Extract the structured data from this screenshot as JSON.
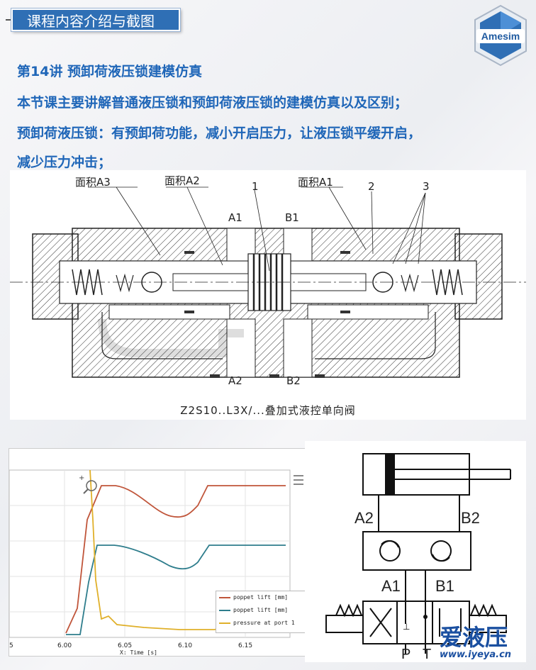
{
  "header": {
    "title": "课程内容介绍与截图"
  },
  "logo": {
    "text": "Amesim"
  },
  "lesson": {
    "line1": "第14讲 预卸荷液压锁建模仿真",
    "line2": "本节课主要讲解普通液压锁和预卸荷液压锁的建模仿真以及区别；",
    "line3": "预卸荷液压锁：有预卸荷功能，减小开启压力，让液压锁平缓开启，",
    "line4": "减少压力冲击；"
  },
  "section_drawing": {
    "caption": "Z2S10..L3X/...叠加式液控单向阀",
    "label_area_a3": "面积A3",
    "label_area_a2": "面积A2",
    "label_area_a1": "面积A1",
    "label_1": "1",
    "label_2": "2",
    "label_3": "3",
    "label_a1": "A1",
    "label_b1": "B1",
    "label_a2": "A2",
    "label_b2": "B2"
  },
  "plot": {
    "xlabel": "X: Time [s]",
    "tick_5": "5",
    "tick_600": "6.00",
    "tick_605": "6.05",
    "tick_610": "6.10",
    "tick_615": "6.15",
    "legend": [
      "poppet lift [mm]",
      "poppet lift [mm]",
      "pressure at port 1"
    ],
    "colors": [
      "#c0553a",
      "#2e7d8c",
      "#e0b02a"
    ],
    "menu_icon": "menu-icon"
  },
  "schematic": {
    "label_a2": "A2",
    "label_b2": "B2",
    "label_a1": "A1",
    "label_b1": "B1",
    "label_p": "P",
    "label_t": "T"
  },
  "watermark": {
    "text": "爱液压",
    "url": "www.iyeya.cn"
  }
}
